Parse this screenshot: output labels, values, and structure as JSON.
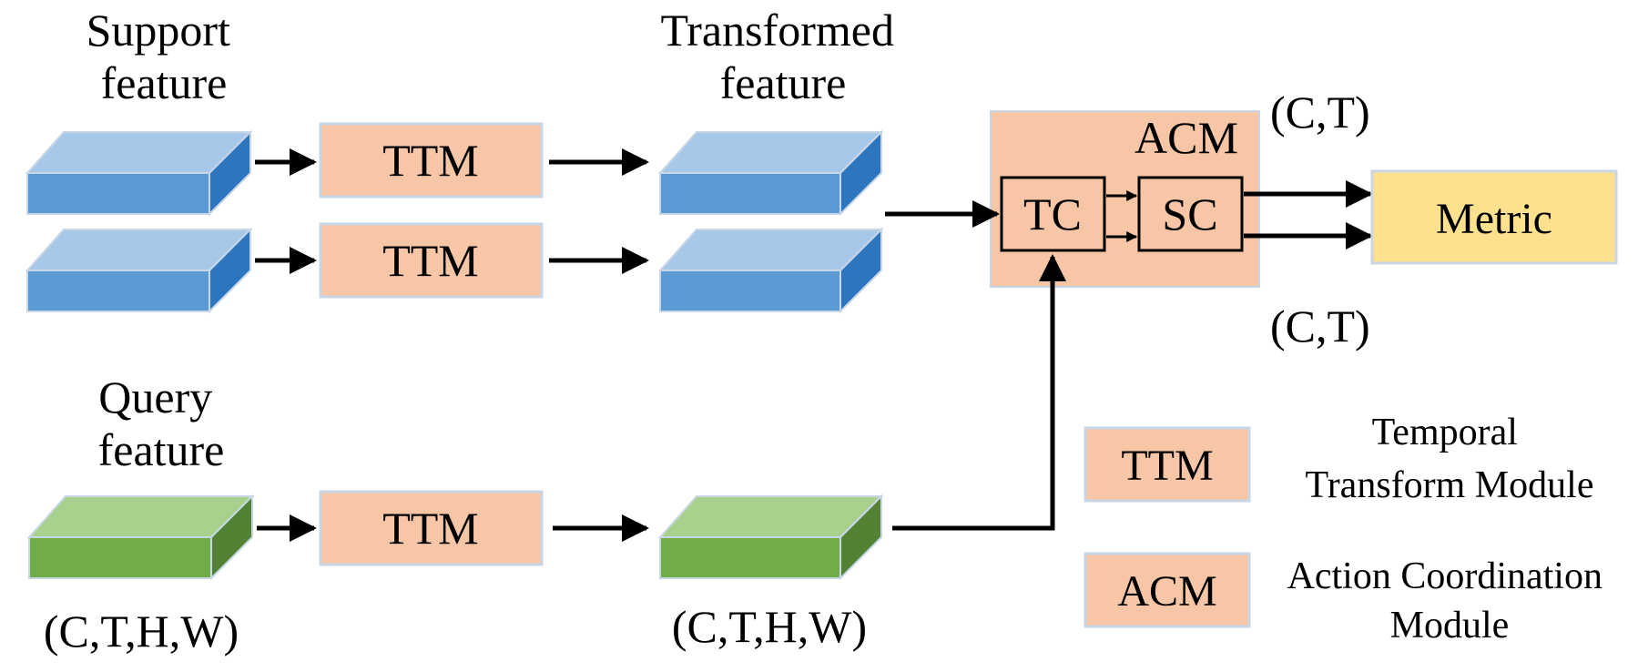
{
  "labels": {
    "support_feature": [
      "Support",
      "feature"
    ],
    "transformed_feature": [
      "Transformed",
      "feature"
    ],
    "query_feature": [
      "Query",
      "feature"
    ],
    "query_dims": "(C,T,H,W)",
    "transformed_dims": "(C,T,H,W)",
    "out_top_dims": "(C,T)",
    "out_bottom_dims": "(C,T)"
  },
  "modules": {
    "ttm": "TTM",
    "acm": "ACM",
    "tc": "TC",
    "sc": "SC",
    "metric": "Metric"
  },
  "legend": [
    {
      "key": "TTM",
      "desc": [
        "Temporal",
        "Transform Module"
      ]
    },
    {
      "key": "ACM",
      "desc": [
        "Action Coordination",
        "Module"
      ]
    }
  ],
  "colors": {
    "support_top": "#a7c8e8",
    "support_front": "#5b9bd5",
    "support_side": "#2e75c0",
    "query_top": "#a9d18e",
    "query_front": "#70ad47",
    "query_side": "#548235",
    "module_fill": "#f7c6a6",
    "metric_fill": "#fde18e"
  }
}
